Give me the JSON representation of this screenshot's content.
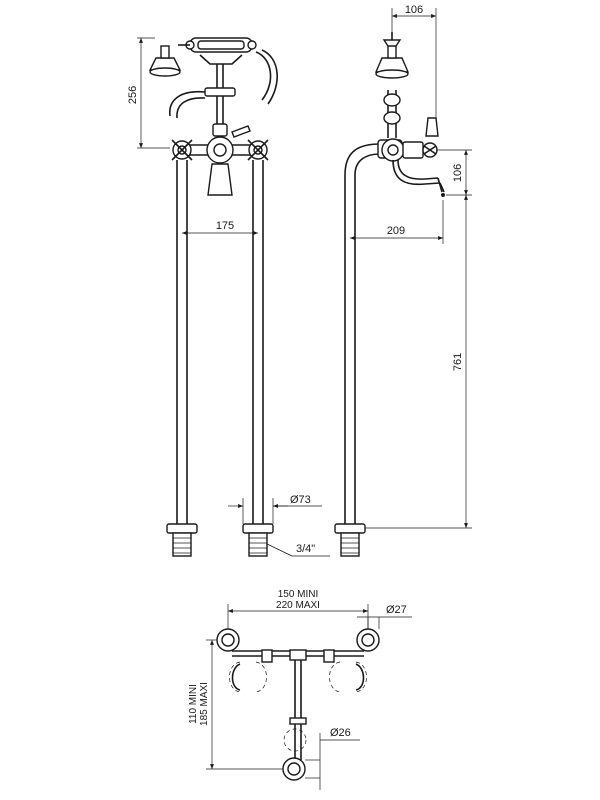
{
  "dimensions": {
    "height_handshower": "256",
    "centers": "175",
    "top_offset": "106",
    "spout_height": "106",
    "spout_reach": "209",
    "column_height": "761",
    "pipe_diameter": "Ø73",
    "thread": "3/4\"",
    "min_center": "150 MINI",
    "max_center": "220 MAXI",
    "inlet_diameter": "Ø27",
    "min_depth": "110 MINI",
    "max_depth": "185 MAXI",
    "drain_diameter": "Ø26"
  }
}
